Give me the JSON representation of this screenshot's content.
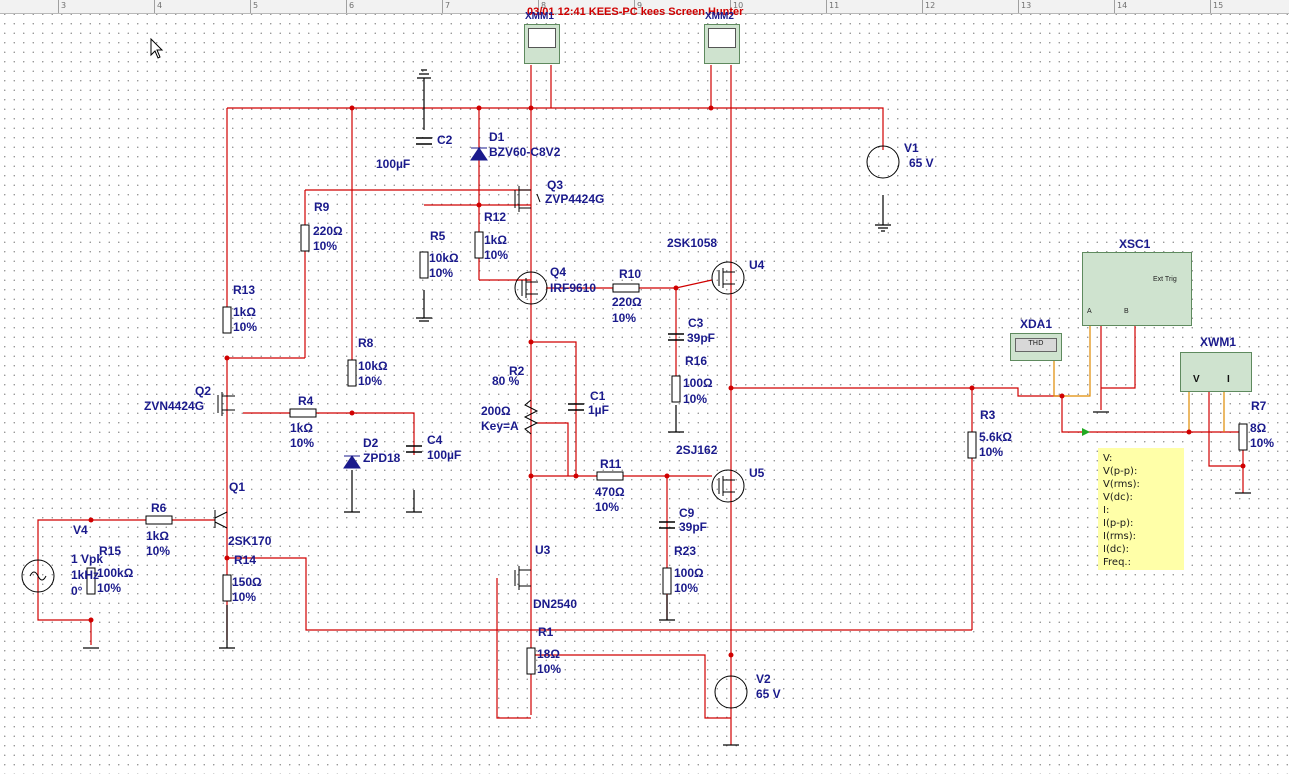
{
  "title_bar": "03/01 12:41 KEES-PC kees Screen Hunter",
  "ruler": [
    "3",
    "4",
    "5",
    "6",
    "7",
    "8",
    "9",
    "10",
    "11",
    "12",
    "13",
    "14",
    "15"
  ],
  "meters": {
    "xmm1": "XMM1",
    "xmm2": "XMM2"
  },
  "components": {
    "C2": {
      "ref": "C2",
      "value": "100µF"
    },
    "D1": {
      "ref": "D1",
      "value": "BZV60-C8V2"
    },
    "Q3": {
      "ref": "Q3",
      "value": "ZVP4424G"
    },
    "R9": {
      "ref": "R9",
      "value": "220Ω",
      "tol": "10%"
    },
    "R12": {
      "ref": "R12",
      "value": "1kΩ",
      "tol": "10%"
    },
    "R5": {
      "ref": "R5",
      "value": "10kΩ",
      "tol": "10%"
    },
    "R13": {
      "ref": "R13",
      "value": "1kΩ",
      "tol": "10%"
    },
    "Q4": {
      "ref": "Q4",
      "value": "IRF9610"
    },
    "R10": {
      "ref": "R10",
      "value": "220Ω",
      "tol": "10%"
    },
    "U4": {
      "ref": "U4",
      "value": "2SK1058"
    },
    "C3": {
      "ref": "C3",
      "value": "39pF"
    },
    "R16": {
      "ref": "R16",
      "value": "100Ω",
      "tol": "10%"
    },
    "R8": {
      "ref": "R8",
      "value": "10kΩ",
      "tol": "10%"
    },
    "Q2": {
      "ref": "Q2",
      "value": "ZVN4424G"
    },
    "R4": {
      "ref": "R4",
      "value": "1kΩ",
      "tol": "10%"
    },
    "R2": {
      "ref": "R2",
      "pct": "80 %",
      "value": "200Ω",
      "key": "Key=A"
    },
    "C1": {
      "ref": "C1",
      "value": "1µF"
    },
    "D2": {
      "ref": "D2",
      "value": "ZPD18"
    },
    "C4": {
      "ref": "C4",
      "value": "100µF"
    },
    "U5": {
      "ref": "U5",
      "value": "2SJ162"
    },
    "R11": {
      "ref": "R11",
      "value": "470Ω",
      "tol": "10%"
    },
    "C9": {
      "ref": "C9",
      "value": "39pF"
    },
    "R23": {
      "ref": "R23",
      "value": "100Ω",
      "tol": "10%"
    },
    "Q1": {
      "ref": "Q1",
      "value": "2SK170"
    },
    "R14": {
      "ref": "R14",
      "value": "150Ω",
      "tol": "10%"
    },
    "R6": {
      "ref": "R6",
      "value": "1kΩ",
      "tol": "10%"
    },
    "V4": {
      "ref": "V4",
      "value": "1 Vpk",
      "freq": "1kHz",
      "phase": "0°"
    },
    "R15": {
      "ref": "R15",
      "value": "100kΩ",
      "tol": "10%"
    },
    "U3": {
      "ref": "U3",
      "value": "DN2540"
    },
    "R1": {
      "ref": "R1",
      "value": "18Ω",
      "tol": "10%"
    },
    "V1": {
      "ref": "V1",
      "value": "65 V"
    },
    "V2": {
      "ref": "V2",
      "value": "65 V"
    },
    "R3": {
      "ref": "R3",
      "value": "5.6kΩ",
      "tol": "10%"
    },
    "R7": {
      "ref": "R7",
      "value": "8Ω",
      "tol": "10%"
    },
    "XSC1": {
      "ref": "XSC1",
      "ext": "Ext Trig",
      "a": "A",
      "b": "B"
    },
    "XDA1": {
      "ref": "XDA1",
      "inner": "THD"
    },
    "XWM1": {
      "ref": "XWM1",
      "v": "V",
      "i": "I"
    }
  },
  "measurement_probe": {
    "lines": [
      "V:",
      "V(p-p):",
      "V(rms):",
      "V(dc):",
      "I:",
      "I(p-p):",
      "I(rms):",
      "I(dc):",
      "Freq.:"
    ]
  },
  "colors": {
    "wire": "#d00000",
    "label": "#1a1a8c",
    "instrument_bg": "#cfe3cf",
    "probe_bg": "#ffffa8",
    "orange_wire": "#e08a00"
  }
}
